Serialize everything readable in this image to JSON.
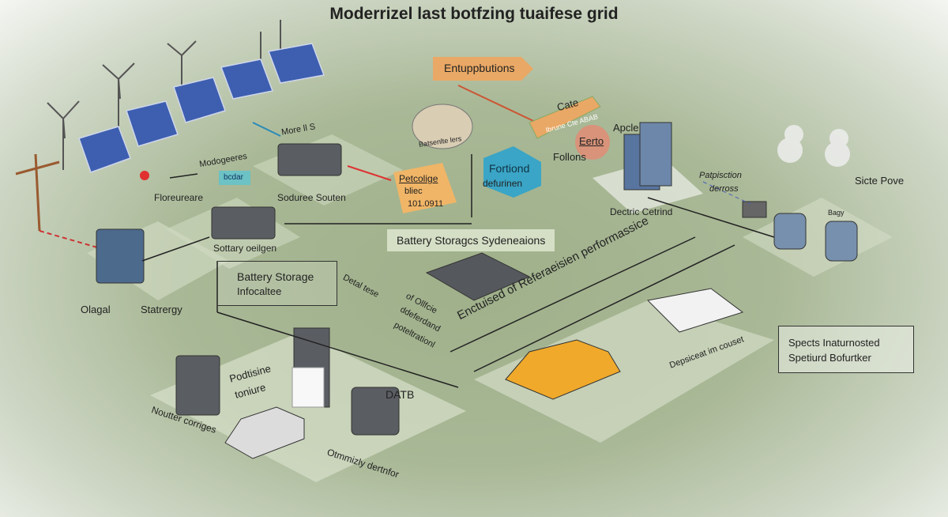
{
  "title": "Moderrizel last botfzing tuaifese grid",
  "labels": {
    "entupbutions": "Entuppbutions",
    "cate": "Cate",
    "cate_sub": "Ibrune Cte ABAB",
    "apcle": "Apcle",
    "eerto": "Eerto",
    "follons": "Follons",
    "fortiond": "Fortiond",
    "defurinen": "defurinen",
    "dish_caption": "Batsenlte lers",
    "more_ls": "More ll S",
    "modogeeres": "Modogeeres",
    "bcdar": "bcdar",
    "floreureare": "Floreureare",
    "soduree_souten": "Soduree Souten",
    "petcolige": "Petcolige",
    "bliec": "bliec",
    "code_num": "101.0911",
    "sottary": "Sottary oeilgen",
    "dectric": "Dectric Cetrind",
    "patpisction": "Patpisction",
    "derress": "derross",
    "sicte_pove": "Sicte Pove",
    "bagy": "Bagy",
    "battery_storages": "Battery Storagcs Sydeneaions",
    "battery_storage": "Battery Storage",
    "infocaltee": "Infocaltee",
    "olagal": "Olagal",
    "statrergy": "Statrergy",
    "detal_lines": [
      "Detal tese",
      "of Ollfcie",
      "ddeferdand",
      "poteltrationl"
    ],
    "enctuised": "Enctuised of Referaeisien performassice",
    "depsiceat": "Depsiceat im couset",
    "spects": "Spects Inaturnosted",
    "spetiurd": "Spetiurd Bofurtker",
    "podtisine": "Podtisine",
    "toniure": "toniure",
    "datb": "DATB",
    "noutter": "Noutter corriges",
    "otmmizly": "Otmmizly dertnfor"
  },
  "colors": {
    "orange": "#e9a865",
    "teal": "#3aa5c6",
    "panel": "#3e5fb0",
    "dark": "#4a4d52",
    "car": "#f0a92a"
  }
}
